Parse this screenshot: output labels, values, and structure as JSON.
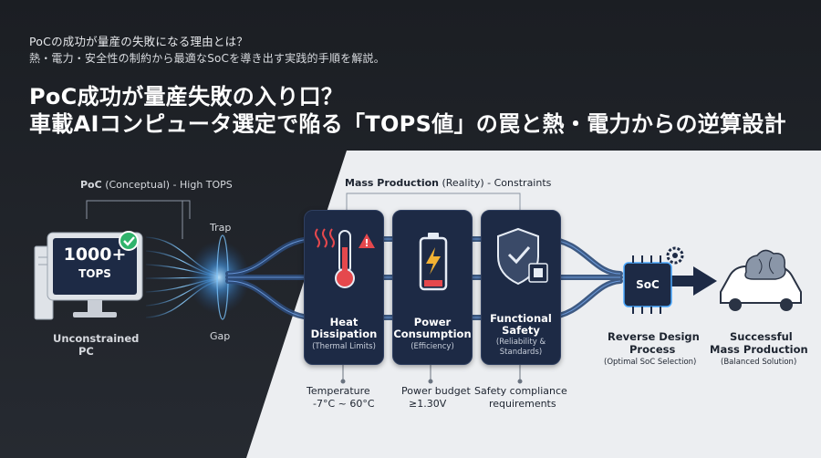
{
  "header": {
    "subtitle_line1": "PoCの成功が量産の失敗になる理由とは？",
    "subtitle_line2": "熱・電力・安全性の制約から最適なSoCを導き出す実践的手順を解説。",
    "title_line1": "PoC成功が量産失敗の入り口？",
    "title_line2": "車載AIコンピュータ選定で陥る「TOPS値」の罠と熱・電力からの逆算設計"
  },
  "left": {
    "section_label_bold": "PoC",
    "section_label_rest": " (Conceptual) - High TOPS",
    "pc_value": "1000+",
    "pc_unit": "TOPS",
    "pc_caption_line1": "Unconstrained",
    "pc_caption_line2": "PC",
    "trap_label": "Trap",
    "gap_label": "Gap"
  },
  "middle": {
    "section_label_bold": "Mass Production",
    "section_label_rest": " (Reality) - Constraints",
    "cards": [
      {
        "title_line1": "Heat",
        "title_line2": "Dissipation",
        "sub_line1": "(Thermal Limits)",
        "sub_line2": "",
        "icon": "thermometer-icon",
        "note_line1": "Temperature",
        "note_line2": "-7°C ~ 60°C"
      },
      {
        "title_line1": "Power",
        "title_line2": "Consumption",
        "sub_line1": "(Efficiency)",
        "sub_line2": "",
        "icon": "battery-icon",
        "note_line1": "Power budget",
        "note_line2": "≥1.30V"
      },
      {
        "title_line1": "Functional",
        "title_line2": "Safety",
        "sub_line1": "(Reliability &",
        "sub_line2": "Standards)",
        "icon": "shield-chip-icon",
        "note_line1": "Safety compliance",
        "note_line2": "requirements"
      }
    ]
  },
  "right": {
    "soc_label": "SoC",
    "reverse_line1": "Reverse Design",
    "reverse_line2": "Process",
    "reverse_sub": "(Optimal SoC Selection)",
    "success_line1": "Successful",
    "success_line2": "Mass Production",
    "success_sub": "(Balanced Solution)"
  },
  "colors": {
    "accent_blue": "#4aa8ff",
    "card_navy": "#1d2a45",
    "warning_red": "#e5484d",
    "check_green": "#2fb36b"
  }
}
